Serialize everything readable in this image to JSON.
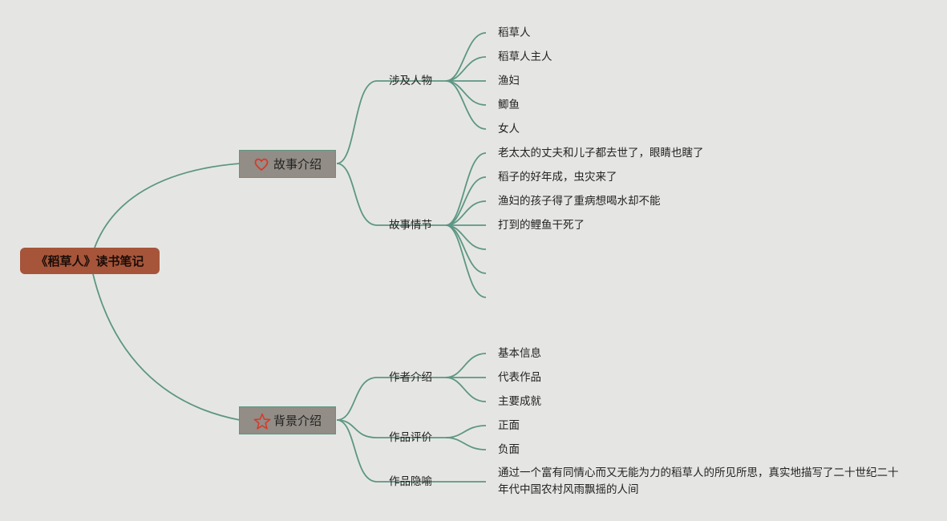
{
  "root": {
    "label": "《稻草人》读书笔记"
  },
  "branches": [
    {
      "label": "故事介绍",
      "icon": "heart-icon",
      "children": [
        {
          "label": "涉及人物",
          "leaves": [
            "稻草人",
            "稻草人主人",
            "渔妇",
            "鲫鱼",
            "女人"
          ]
        },
        {
          "label": "故事情节",
          "leaves": [
            "老太太的丈夫和儿子都去世了，眼睛也瞎了",
            "稻子的好年成，虫灾来了",
            "渔妇的孩子得了重病想喝水却不能",
            "打到的鲤鱼干死了",
            "",
            "",
            ""
          ]
        }
      ]
    },
    {
      "label": "背景介绍",
      "icon": "star-icon",
      "children": [
        {
          "label": "作者介绍",
          "leaves": [
            "基本信息",
            "代表作品",
            "主要成就"
          ]
        },
        {
          "label": "作品评价",
          "leaves": [
            "正面",
            "负面"
          ]
        },
        {
          "label": "作品隐喻",
          "leaves": [
            "通过一个富有同情心而又无能为力的稻草人的所见所思，真实地描写了二十世纪二十年代中国农村风雨飘摇的人间"
          ]
        }
      ]
    }
  ],
  "colors": {
    "line": "#5d9684",
    "root_fill": "#a6553a",
    "main_fill": "#928d86",
    "icon": "#d8392b"
  }
}
